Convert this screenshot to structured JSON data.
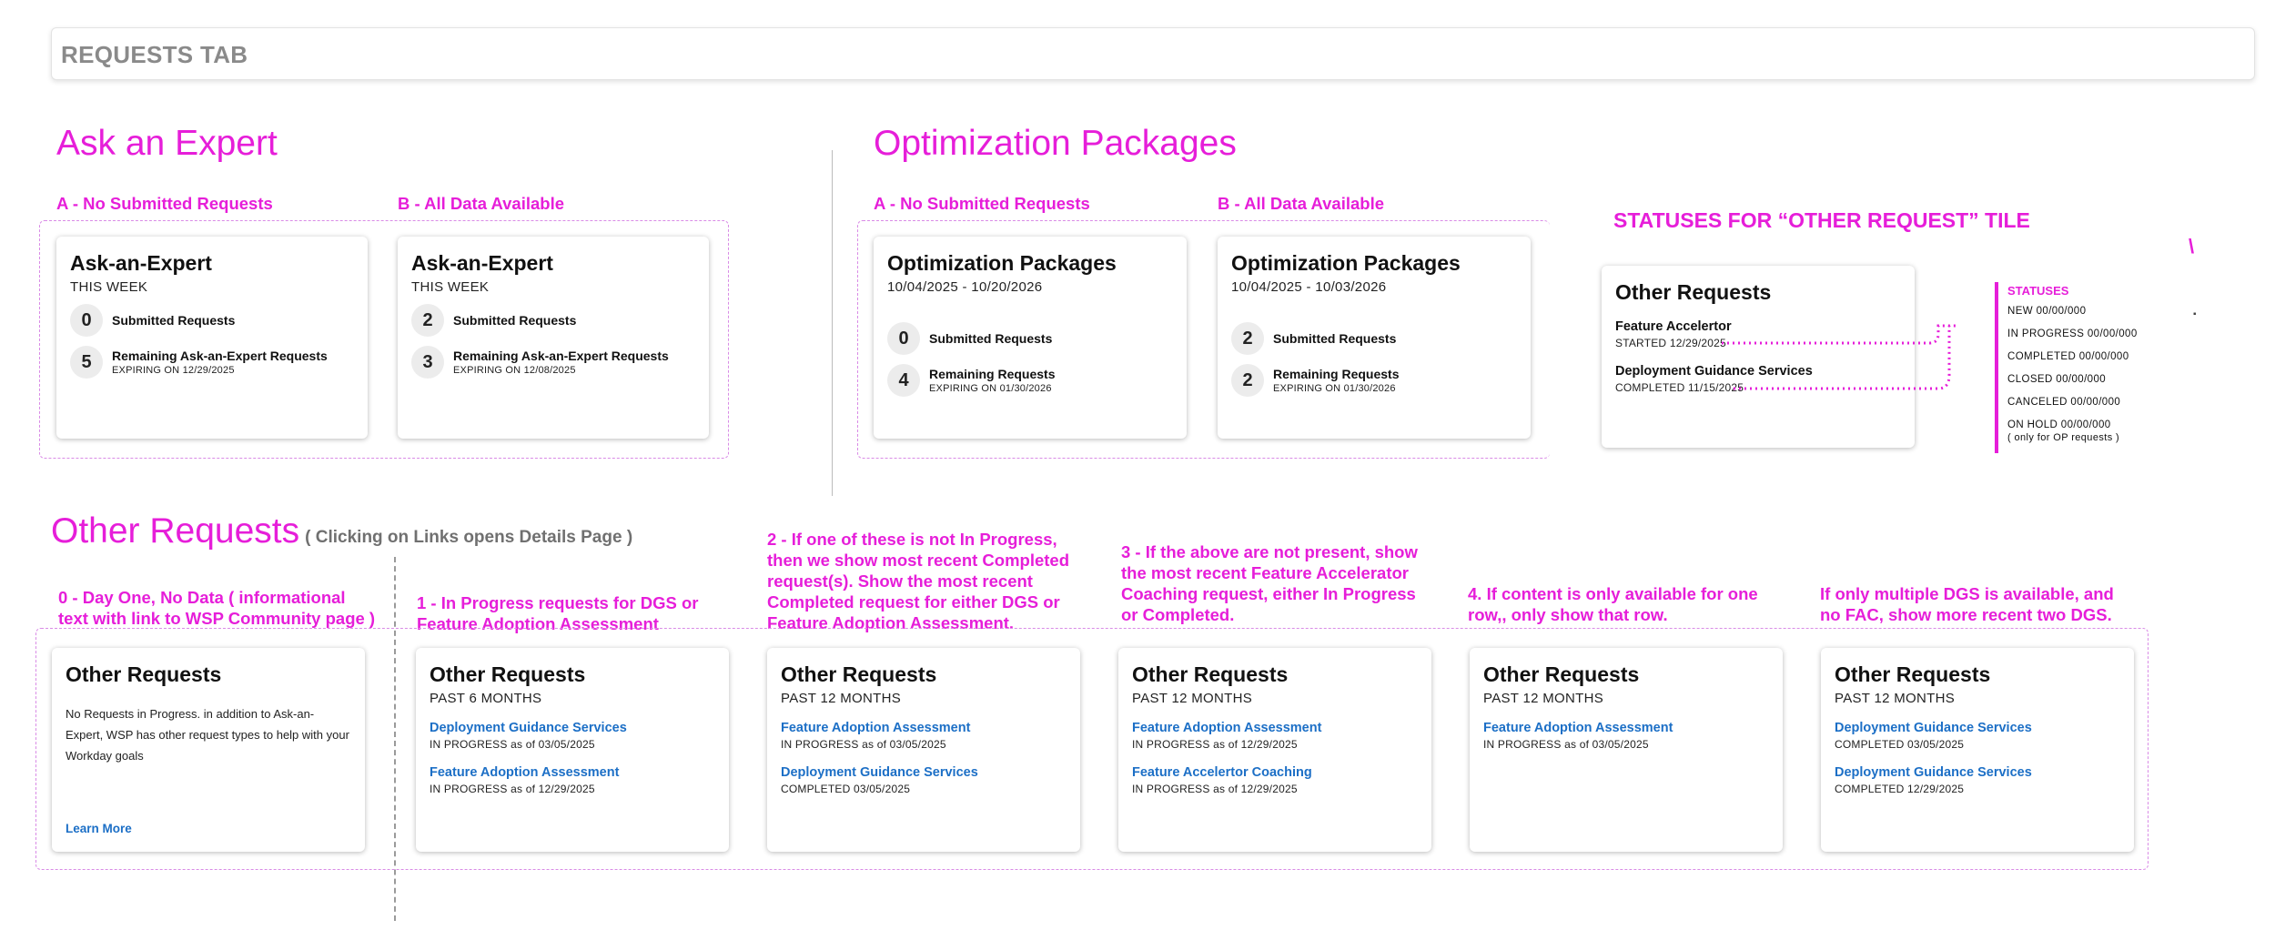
{
  "tab": {
    "title": "REQUESTS TAB"
  },
  "ask_expert": {
    "section_title": "Ask an Expert",
    "note_a": "A - No Submitted Requests",
    "note_b": "B - All Data Available",
    "card_a": {
      "title": "Ask-an-Expert",
      "subtitle": "THIS WEEK",
      "stat1_value": "0",
      "stat1_label": "Submitted Requests",
      "stat2_value": "5",
      "stat2_label": "Remaining Ask-an-Expert Requests",
      "stat2_sub": "EXPIRING ON 12/29/2025"
    },
    "card_b": {
      "title": "Ask-an-Expert",
      "subtitle": "THIS WEEK",
      "stat1_value": "2",
      "stat1_label": "Submitted Requests",
      "stat2_value": "3",
      "stat2_label": "Remaining Ask-an-Expert Requests",
      "stat2_sub": "EXPIRING ON 12/08/2025"
    }
  },
  "optimization": {
    "section_title": "Optimization Packages",
    "note_a": "A - No Submitted Requests",
    "note_b": "B - All Data Available",
    "card_a": {
      "title": "Optimization Packages",
      "subtitle": "10/04/2025 - 10/20/2026",
      "stat1_value": "0",
      "stat1_label": "Submitted Requests",
      "stat2_value": "4",
      "stat2_label": "Remaining Requests",
      "stat2_sub": "EXPIRING ON 01/30/2026"
    },
    "card_b": {
      "title": "Optimization Packages",
      "subtitle": "10/04/2025 - 10/03/2026",
      "stat1_value": "2",
      "stat1_label": "Submitted Requests",
      "stat2_value": "2",
      "stat2_label": "Remaining Requests",
      "stat2_sub": "EXPIRING ON 01/30/2026"
    }
  },
  "statuses": {
    "heading": "STATUSES FOR “OTHER REQUEST” TILE",
    "card": {
      "title": "Other Requests",
      "item1_name": "Feature Accelertor",
      "item1_sub": "STARTED 12/29/2025",
      "item2_name": "Deployment Guidance Services",
      "item2_sub": "COMPLETED 11/15/2025"
    },
    "list_title": "STATUSES",
    "list": [
      "NEW 00/00/000",
      "IN PROGRESS 00/00/000",
      "COMPLETED  00/00/000",
      "CLOSED  00/00/000",
      "CANCELED  00/00/000",
      "ON HOLD  00/00/000",
      "( only for OP requests )"
    ],
    "accent_color": "#e61ed9"
  },
  "other_requests": {
    "section_title": "Other Requests",
    "section_sub": "( Clicking on Links opens Details Page )",
    "notes": [
      "0 -  Day One, No Data ( informational text with link to WSP Community page )",
      "1 -  In Progress requests for DGS or Feature Adoption Assessment",
      "2 - If one of these is not In Progress, then we show most recent Completed request(s).  Show the most recent Completed request for either DGS or Feature Adoption Assessment.",
      "3 - If the above are not present, show the most recent Feature Accelerator Coaching request, either In Progress or Completed.",
      "4. If content is only available for one row,, only show that row.",
      "If only multiple DGS is available, and no FAC, show more recent two DGS."
    ],
    "card0": {
      "title": "Other Requests",
      "body": "No Requests in Progress. in addition to Ask-an-Expert, WSP has other request types to help with your Workday goals",
      "link": "Learn More"
    },
    "card1": {
      "title": "Other Requests",
      "subtitle": "PAST 6 MONTHS",
      "item1_link": "Deployment Guidance Services",
      "item1_sub": "IN PROGRESS as of 03/05/2025",
      "item2_link": "Feature Adoption Assessment",
      "item2_sub": "IN PROGRESS as of 12/29/2025"
    },
    "card2": {
      "title": "Other Requests",
      "subtitle": "PAST 12 MONTHS",
      "item1_link": "Feature Adoption Assessment",
      "item1_sub": "IN PROGRESS as of 03/05/2025",
      "item2_link": "Deployment Guidance Services",
      "item2_sub": "COMPLETED  03/05/2025"
    },
    "card3": {
      "title": "Other Requests",
      "subtitle": "PAST 12 MONTHS",
      "item1_link": "Feature Adoption Assessment",
      "item1_sub": "IN PROGRESS as of 12/29/2025",
      "item2_link": "Feature Accelertor Coaching",
      "item2_sub": "IN PROGRESS as of 12/29/2025"
    },
    "card4": {
      "title": "Other Requests",
      "subtitle": "PAST 12 MONTHS",
      "item1_link": "Feature Adoption Assessment",
      "item1_sub": "IN PROGRESS as of  03/05/2025"
    },
    "card5": {
      "title": "Other Requests",
      "subtitle": "PAST 12 MONTHS",
      "item1_link": "Deployment Guidance Services",
      "item1_sub": "COMPLETED  03/05/2025",
      "item2_link": "Deployment Guidance Services",
      "item2_sub": "COMPLETED 12/29/2025"
    }
  },
  "colors": {
    "accent": "#e61ed9",
    "link": "#1c6fc6",
    "muted": "#8a8a8a"
  }
}
